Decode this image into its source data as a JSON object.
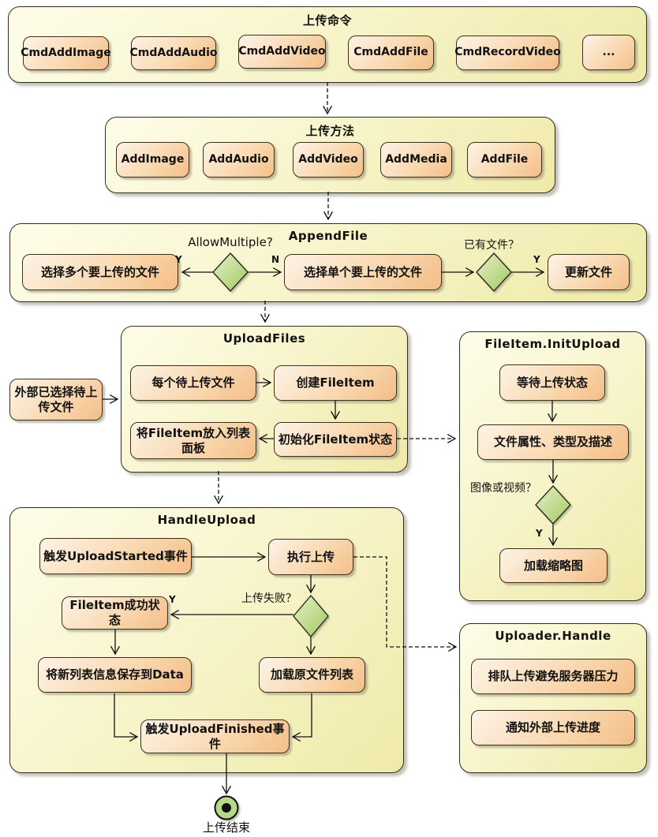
{
  "palette": {
    "frame_fill_light": "#fefde9",
    "frame_fill_dark": "#efeaa9",
    "frame_border": "#2e2d20",
    "node_fill_light": "#fdf3e6",
    "node_fill_dark": "#f4be87",
    "node_border": "#3e2e1c",
    "diamond_fill_light": "#e6f0c5",
    "diamond_fill_dark": "#a2c963",
    "end_fill": "#b5da89",
    "line": "#111111"
  },
  "frames": {
    "commands": {
      "title": "上传命令",
      "nodes": [
        "CmdAddImage",
        "CmdAddAudio",
        "CmdAddVideo",
        "CmdAddFile",
        "CmdRecordVideo",
        "..."
      ]
    },
    "methods": {
      "title": "上传方法",
      "nodes": [
        "AddImage",
        "AddAudio",
        "AddVideo",
        "AddMedia",
        "AddFile"
      ]
    },
    "append_file": {
      "title": "AppendFile",
      "q_allow_multiple": "AllowMultiple?",
      "q_has_file": "已有文件？",
      "select_multi": "选择多个要上传的文件",
      "select_single": "选择单个要上传的文件",
      "update_file": "更新文件"
    },
    "upload_files": {
      "title": "UploadFiles",
      "each_file": "每个待上传文件",
      "create_fileitem": "创建FileItem",
      "put_fileitem": "将FileItem放入列表面板",
      "init_fileitem": "初始化FileItem状态"
    },
    "fileitem_init": {
      "title": "FileItem.InitUpload",
      "wait_state": "等待上传状态",
      "file_props": "文件属性、类型及描述",
      "q_image_or_video": "图像或视频？",
      "load_thumb": "加载缩略图"
    },
    "handle_upload": {
      "title": "HandleUpload",
      "fire_started": "触发UploadStarted事件",
      "do_upload": "执行上传",
      "q_upload_fail": "上传失败？",
      "success_state": "FileItem成功状态",
      "save_to_data": "将新列表信息保存到Data",
      "load_orig_list": "加载原文件列表",
      "fire_finished": "触发UploadFinished事件"
    },
    "uploader_handle": {
      "title": "Uploader.Handle",
      "queue": "排队上传避免服务器压力",
      "notify": "通知外部上传进度"
    }
  },
  "external": {
    "selected_files": "外部已选择待上传文件"
  },
  "branch_labels": {
    "yes": "Y",
    "no": "N"
  },
  "end_node": {
    "label": "上传结束"
  }
}
